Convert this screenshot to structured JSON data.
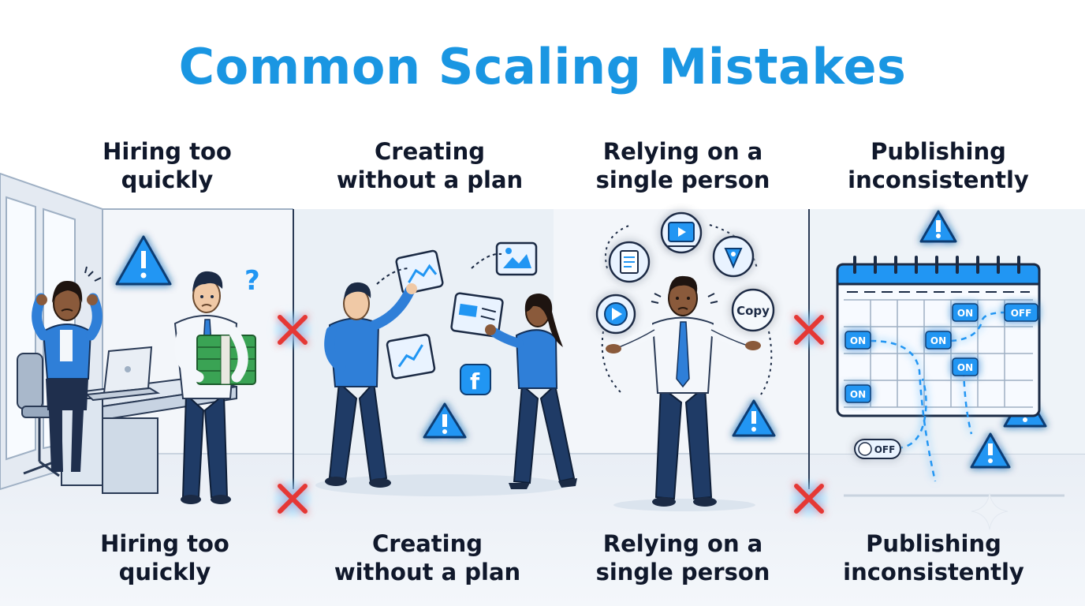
{
  "title": "Common Scaling Mistakes",
  "panels": [
    {
      "id": "hiring",
      "top_lines": [
        "Hiring too",
        "quickly"
      ],
      "bottom_lines": [
        "Hiring too",
        "quickly"
      ]
    },
    {
      "id": "planning",
      "top_lines": [
        "Creating",
        "without a plan"
      ],
      "bottom_lines": [
        "Creating",
        "without a plan"
      ]
    },
    {
      "id": "single",
      "top_lines": [
        "Relying on a",
        "single person"
      ],
      "bottom_lines": [
        "Relying on a",
        "single person"
      ]
    },
    {
      "id": "publishing",
      "top_lines": [
        "Publishing",
        "inconsistently"
      ],
      "bottom_lines": [
        "Publishing",
        "inconsistently"
      ]
    }
  ],
  "icons": {
    "question_mark": "?",
    "copy_bubble": "Copy",
    "facebook": "f"
  },
  "calendar": {
    "pill_on": "ON",
    "pill_off": "OFF"
  },
  "colors": {
    "title": "#1a96e2",
    "accent": "#1e88e5",
    "warning_fill": "#2196f3",
    "x_mark": "#e53935",
    "ink": "#1b2a44",
    "shirt": "#2f7fd8",
    "pants": "#1f3b66",
    "money": "#3aa354"
  }
}
